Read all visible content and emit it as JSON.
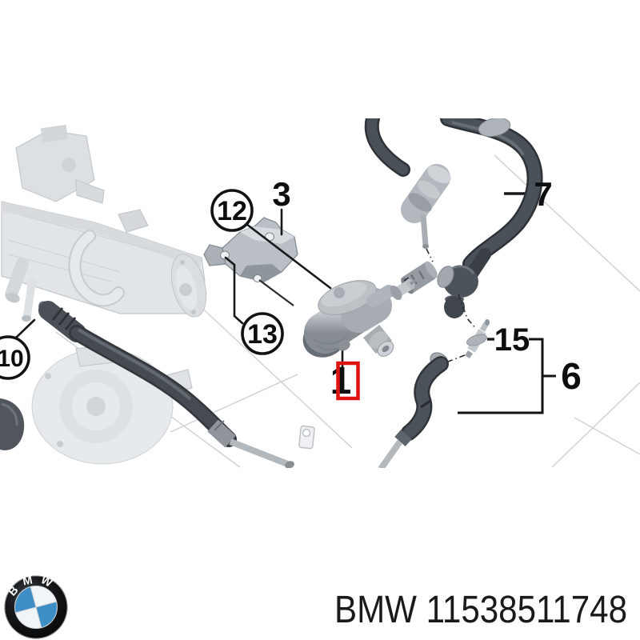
{
  "diagram": {
    "type": "exploded-parts-diagram",
    "subject": "auxiliary coolant water pump with hoses and mounting bracket",
    "callouts": [
      {
        "label": "1",
        "style": "plain",
        "highlight": "red-box"
      },
      {
        "label": "3",
        "style": "plain",
        "highlight": "none"
      },
      {
        "label": "6",
        "style": "bracket",
        "highlight": "none"
      },
      {
        "label": "7",
        "style": "plain",
        "highlight": "none"
      },
      {
        "label": "10",
        "style": "circled",
        "highlight": "none"
      },
      {
        "label": "12",
        "style": "circled",
        "highlight": "none"
      },
      {
        "label": "13",
        "style": "circled",
        "highlight": "none"
      }
    ],
    "callout_15": {
      "label": "15",
      "style": "plain",
      "highlight": "none"
    }
  },
  "footer": {
    "brand_logo": "bmw-roundel",
    "roundel_letters": "BMW",
    "part_label": "BMW 11538511748"
  },
  "colors": {
    "background": "#ffffff",
    "highlight_box": "#e01111",
    "hose_dark": "#4b5158",
    "metal_light": "#c3c8cd",
    "faded_part": "#e2e5e8",
    "leader_line": "#17191c",
    "roundel_blue": "#3e8ec6",
    "part_label_text": "#1a1a1a"
  }
}
